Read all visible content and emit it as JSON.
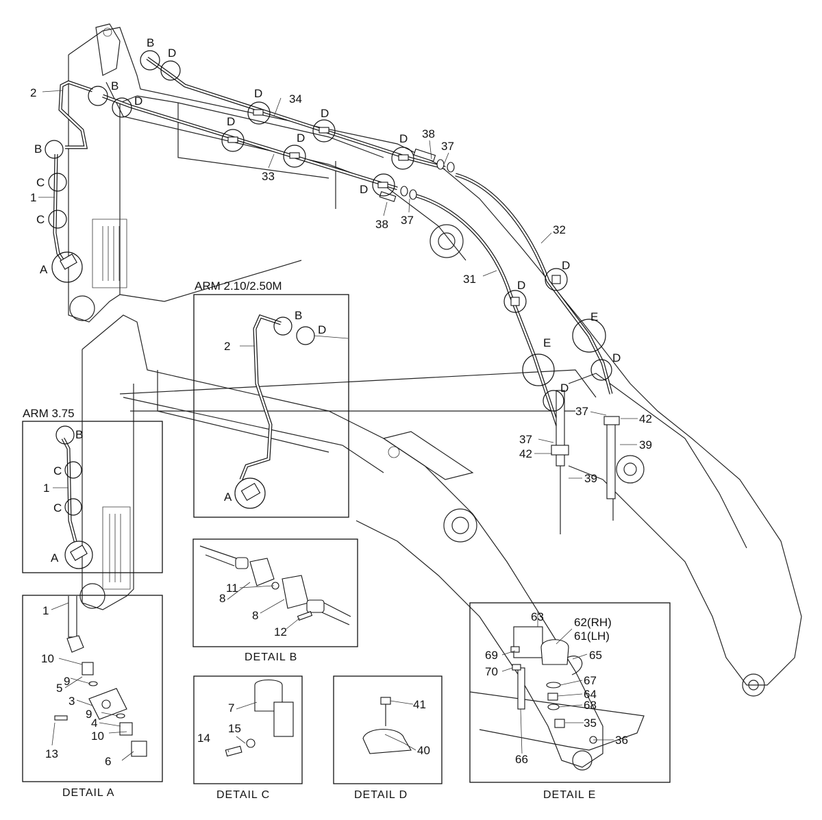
{
  "headings": {
    "arm_210": "ARM 2.10/2.50M",
    "arm_375": "ARM 3.75"
  },
  "details": {
    "a": "DETAIL  A",
    "b": "DETAIL  B",
    "c": "DETAIL  C",
    "d": "DETAIL  D",
    "e": "DETAIL  E"
  },
  "callouts": {
    "n1": "1",
    "n2": "2",
    "n3": "3",
    "n4": "4",
    "n5": "5",
    "n6": "6",
    "n7": "7",
    "n8": "8",
    "n9": "9",
    "n10": "10",
    "n11": "11",
    "n12": "12",
    "n13": "13",
    "n14": "14",
    "n15": "15",
    "n31": "31",
    "n32": "32",
    "n33": "33",
    "n34": "34",
    "n35": "35",
    "n36": "36",
    "n37": "37",
    "n38": "38",
    "n39": "39",
    "n40": "40",
    "n41": "41",
    "n42": "42",
    "n61": "61(LH)",
    "n62": "62(RH)",
    "n63": "63",
    "n64": "64",
    "n65": "65",
    "n66": "66",
    "n67": "67",
    "n68": "68",
    "n69": "69",
    "n70": "70",
    "la": "A",
    "lb": "B",
    "lc": "C",
    "ld": "D",
    "le": "E"
  }
}
